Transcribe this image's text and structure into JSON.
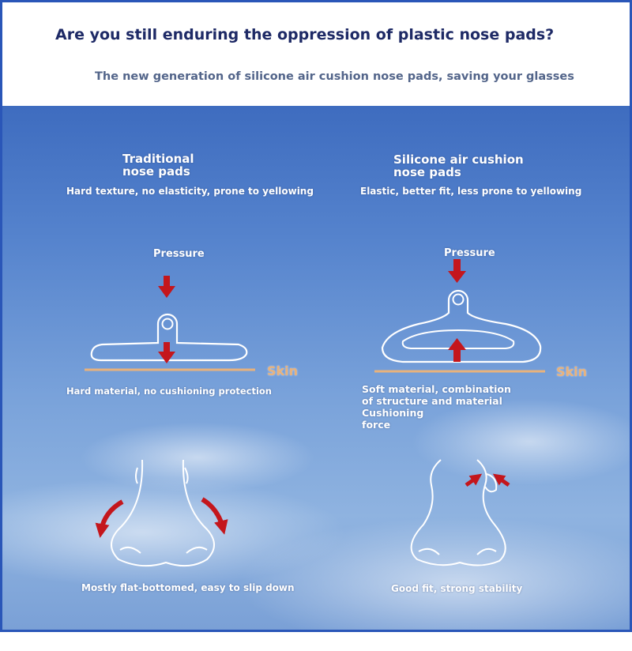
{
  "header": {
    "title": "Are you still enduring the oppression of plastic nose pads?",
    "subtitle": "The new generation of silicone air cushion nose pads, saving your glasses"
  },
  "left": {
    "heading": "Traditional\nnose pads",
    "features": "Hard texture, no elasticity, prone to yellowing",
    "pressure_label": "Pressure",
    "skin_label": "Skin",
    "caption": "Hard material, no cushioning protection",
    "nose_caption": "Mostly flat-bottomed, easy to slip down"
  },
  "right": {
    "heading": "Silicone air cushion\nnose pads",
    "features": "Elastic, better fit, less prone to yellowing",
    "pressure_label": "Pressure",
    "skin_label": "Skin",
    "caption": "Soft material, combination\nof structure and material",
    "cushion_label": "Cushioning\nforce",
    "nose_caption": "Good fit, strong stability"
  },
  "colors": {
    "title": "#1e2a66",
    "subtitle": "#53658a",
    "arrow": "#c4161c",
    "skin_line": "#e8b27c",
    "outline": "#ffffff"
  }
}
